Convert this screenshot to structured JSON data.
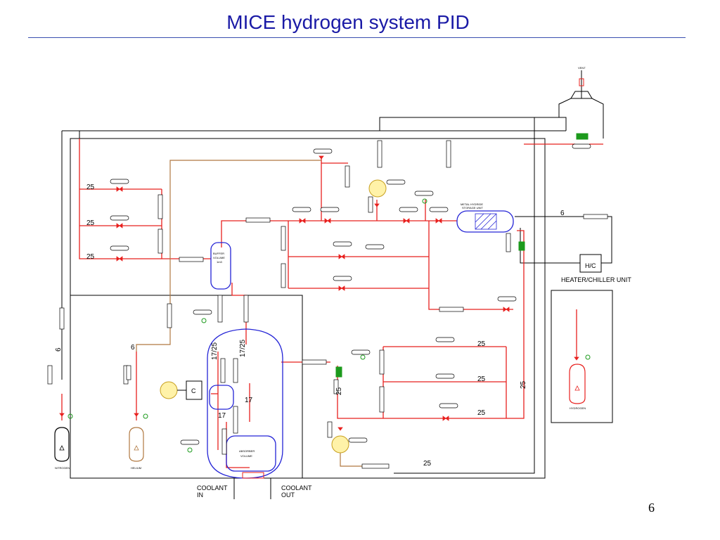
{
  "title": "MICE hydrogen system PID",
  "page_number": "6",
  "colors": {
    "title": "#1a1aa6",
    "hydrogen_line": "#e8201e",
    "process_line": "#000000",
    "enclosure_line": "#2424d6",
    "vent_line": "#b07840",
    "valve_green": "#1c9a1c",
    "pump_fill": "#fff2a8"
  },
  "labels": {
    "heater_chiller": "HEATER/CHILLER UNIT",
    "hc_box": "H/C",
    "coolant_in_1": "COOLANT",
    "coolant_in_2": "IN",
    "coolant_out_1": "COOLANT",
    "coolant_out_2": "OUT",
    "compressor": "C",
    "absorber_1": "ABSORBER",
    "absorber_2": "VOLUME",
    "buffer_1": "BUFFER",
    "buffer_2": "VOLUME",
    "buffer_3": "1m3",
    "storage_1": "METAL HYDRIDE",
    "storage_2": "STORAGE UNIT",
    "vent": "VENT",
    "nitrogen": "NITROGEN",
    "helium": "HELIUM",
    "hydrogen": "HYDROGEN",
    "size_6_top": "6",
    "size_6_left": "6",
    "size_6_helium": "6"
  },
  "line_sizes": [
    {
      "id": "a",
      "text": "25"
    },
    {
      "id": "b",
      "text": "25"
    },
    {
      "id": "c",
      "text": "25"
    },
    {
      "id": "d",
      "text": "25"
    },
    {
      "id": "e",
      "text": "25"
    },
    {
      "id": "f",
      "text": "25"
    },
    {
      "id": "g",
      "text": "25"
    },
    {
      "id": "h",
      "text": "25"
    },
    {
      "id": "i",
      "text": "25"
    },
    {
      "id": "j",
      "text": "17/25"
    },
    {
      "id": "k",
      "text": "17/25"
    },
    {
      "id": "l",
      "text": "17"
    },
    {
      "id": "m",
      "text": "17"
    }
  ]
}
